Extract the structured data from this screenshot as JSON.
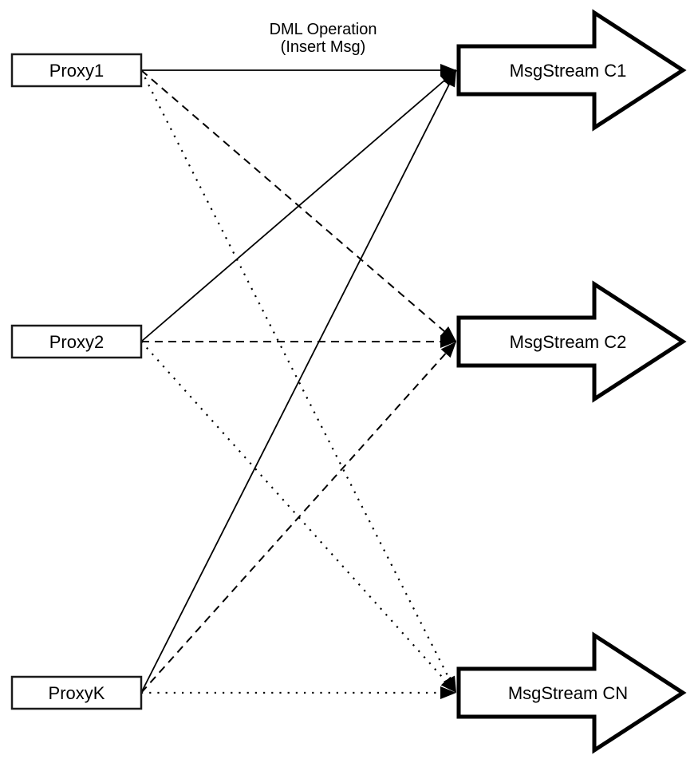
{
  "diagram": {
    "annotation": {
      "line1": "DML Operation",
      "line2": "(Insert Msg)"
    },
    "proxies": [
      {
        "id": "proxy1",
        "label": "Proxy1"
      },
      {
        "id": "proxy2",
        "label": "Proxy2"
      },
      {
        "id": "proxyK",
        "label": "ProxyK"
      }
    ],
    "streams": [
      {
        "id": "c1",
        "label": "MsgStream C1"
      },
      {
        "id": "c2",
        "label": "MsgStream C2"
      },
      {
        "id": "cn",
        "label": "MsgStream CN"
      }
    ],
    "edges": [
      {
        "from": "proxy1",
        "to": "c1",
        "style": "solid"
      },
      {
        "from": "proxy1",
        "to": "c2",
        "style": "dashed"
      },
      {
        "from": "proxy1",
        "to": "cn",
        "style": "dotted"
      },
      {
        "from": "proxy2",
        "to": "c1",
        "style": "solid"
      },
      {
        "from": "proxy2",
        "to": "c2",
        "style": "dashed"
      },
      {
        "from": "proxy2",
        "to": "cn",
        "style": "dotted"
      },
      {
        "from": "proxyK",
        "to": "c1",
        "style": "solid"
      },
      {
        "from": "proxyK",
        "to": "c2",
        "style": "dashed"
      },
      {
        "from": "proxyK",
        "to": "cn",
        "style": "dotted"
      }
    ],
    "colors": {
      "line": "#000000",
      "node_fill": "#ffffff",
      "background": "#ffffff"
    }
  }
}
